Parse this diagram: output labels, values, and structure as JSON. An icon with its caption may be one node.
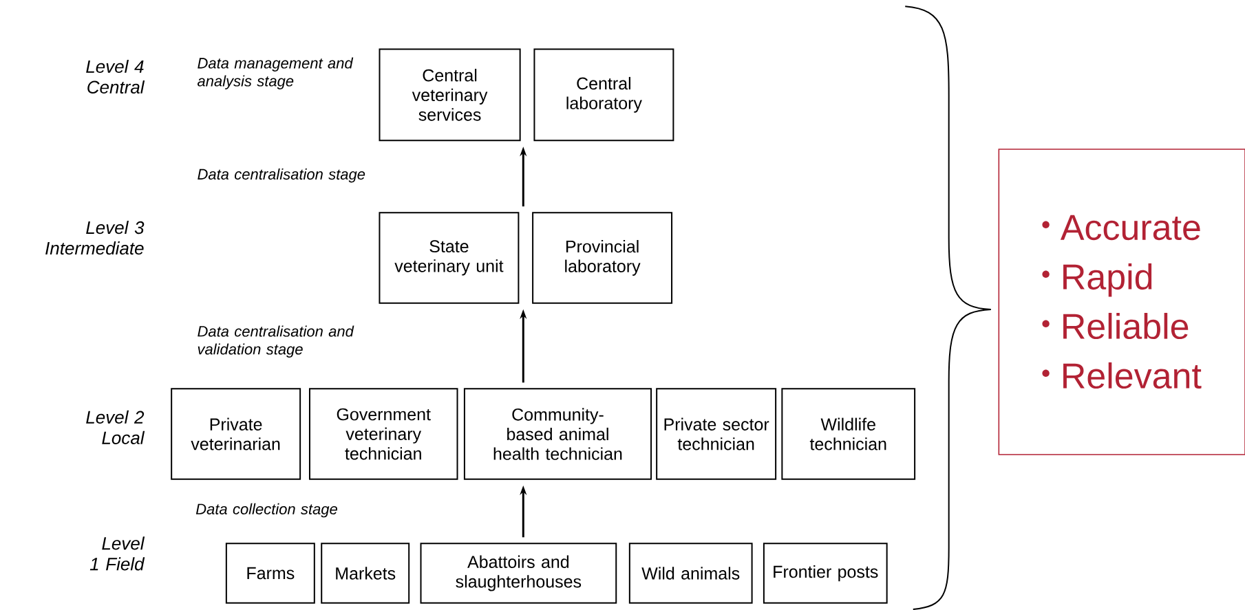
{
  "diagram": {
    "nodes": [
      {
        "text": [
          "Central veterinary services"
        ]
      },
      {
        "text": [
          "Central laboratory"
        ]
      },
      {
        "text": [
          "State veterinary unit"
        ]
      },
      {
        "text": [
          "Provincial laboratory"
        ]
      },
      {
        "text": [
          "Private veterinarian"
        ]
      },
      {
        "text": [
          "Government veterinary technician"
        ]
      },
      {
        "text": [
          "Community-based animal health technician"
        ]
      },
      {
        "text": [
          "Private sector technician"
        ]
      },
      {
        "text": [
          "Wildlife technician"
        ]
      },
      {
        "text": [
          "Farms"
        ]
      },
      {
        "text": [
          "Markets"
        ]
      },
      {
        "text": [
          "Abattoirs and slaughterhouses"
        ]
      },
      {
        "text": [
          "Wild animals"
        ]
      },
      {
        "text": [
          "Frontier posts"
        ]
      },
      {
        "text": [
          "Accurate",
          "Rapid",
          "Reliable",
          "Relevant"
        ]
      }
    ],
    "edges": [
      {
        "from": 11,
        "to": 6,
        "arrow": "to"
      },
      {
        "from": 6,
        "to": 2,
        "arrow": "to"
      },
      {
        "from": 2,
        "to": 0,
        "arrow": "to"
      }
    ],
    "labels": [
      "Level 4 Central",
      "Data management and analysis stage",
      "Data centralisation stage",
      "Level 3 Intermediate",
      "Data centralisation and validation stage",
      "Level 2 Local",
      "Data collection stage",
      "Level 1 Field"
    ]
  }
}
